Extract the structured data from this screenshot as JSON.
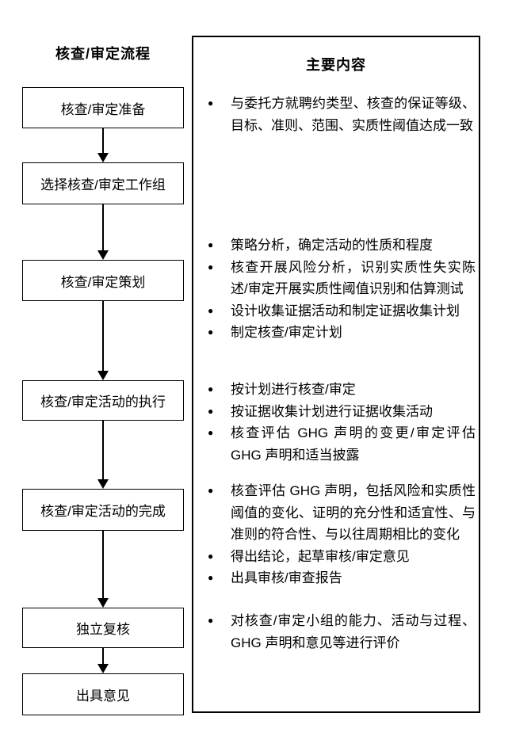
{
  "left_column": {
    "title": "核查/审定流程",
    "boxes": [
      {
        "label": "核查/审定准备"
      },
      {
        "label": "选择核查/审定工作组"
      },
      {
        "label": "核查/审定策划"
      },
      {
        "label": "核查/审定活动的执行"
      },
      {
        "label": "核查/审定活动的完成"
      },
      {
        "label": "独立复核"
      },
      {
        "label": "出具意见"
      }
    ]
  },
  "right_panel": {
    "title": "主要内容",
    "groups": [
      {
        "bullets": [
          "与委托方就聘约类型、核查的保证等级、目标、准则、范围、实质性阈值达成一致"
        ]
      },
      {
        "bullets": [
          "策略分析，确定活动的性质和程度",
          "核查开展风险分析，识别实质性失实陈述/审定开展实质性阈值识别和估算测试",
          "设计收集证据活动和制定证据收集计划",
          "制定核查/审定计划"
        ]
      },
      {
        "bullets": [
          "按计划进行核查/审定",
          "按证据收集计划进行证据收集活动",
          "核查评估 GHG 声明的变更/审定评估 GHG 声明和适当披露"
        ]
      },
      {
        "bullets": [
          "核查评估 GHG 声明，包括风险和实质性阈值的变化、证明的充分性和适宜性、与准则的符合性、与以往周期相比的变化",
          "得出结论，起草审核/审定意见",
          "出具审核/审查报告"
        ]
      },
      {
        "bullets": [
          "对核查/审定小组的能力、活动与过程、GHG 声明和意见等进行评价"
        ]
      }
    ]
  },
  "icons": {
    "bullet_char": "●"
  },
  "colors": {
    "text": "#000000",
    "border": "#000000",
    "background": "#ffffff"
  }
}
